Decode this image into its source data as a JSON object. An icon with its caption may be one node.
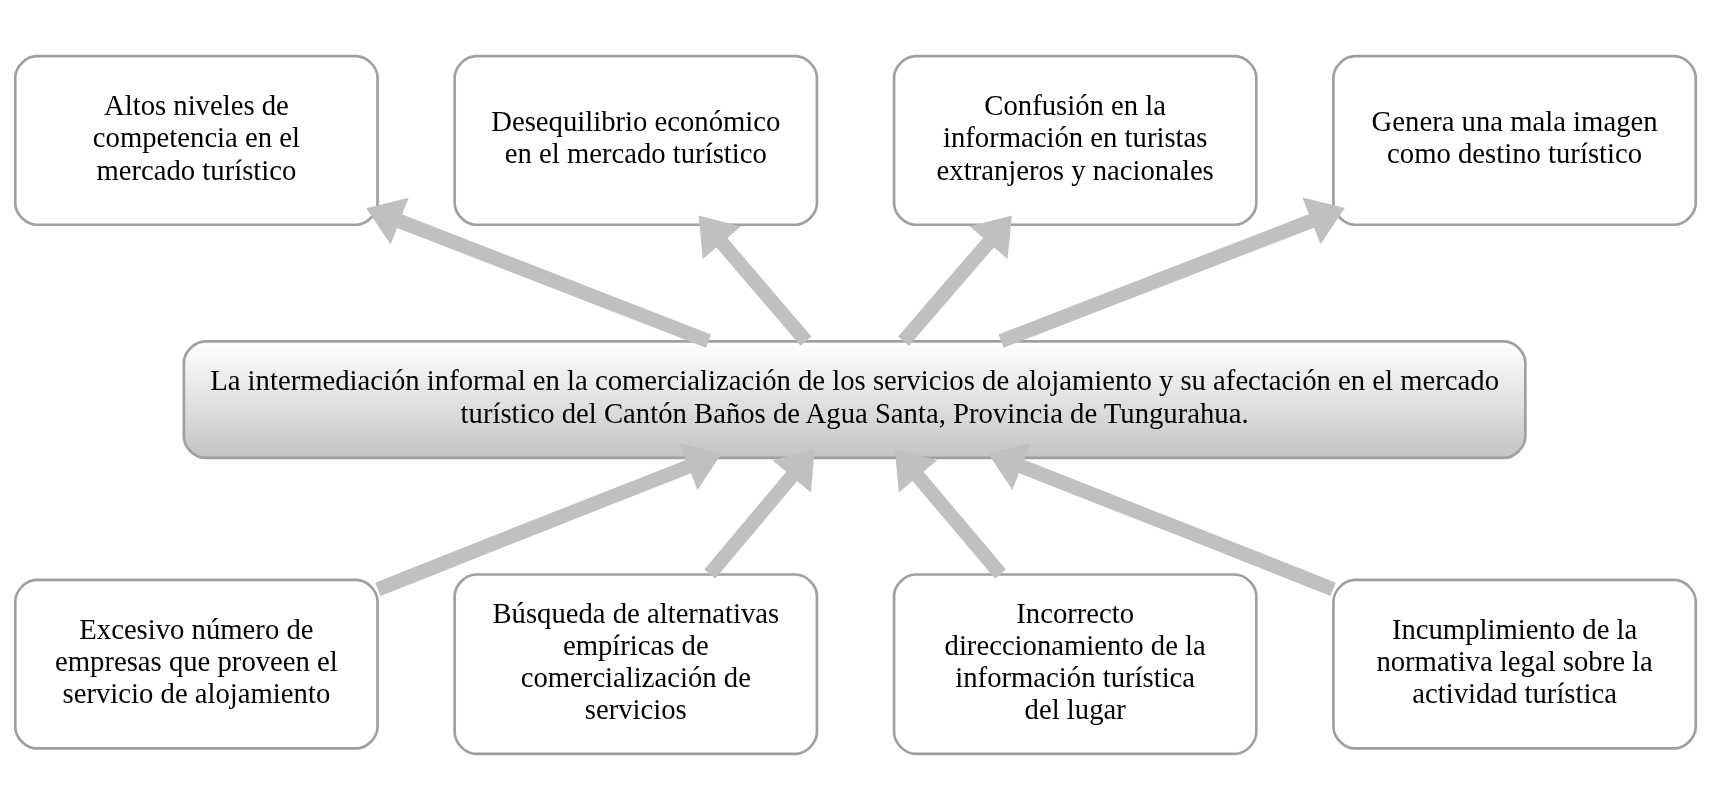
{
  "diagram": {
    "nodes": [
      {
        "text": [
          "Altos niveles de competencia en el mercado turístico"
        ]
      },
      {
        "text": [
          "Desequilibrio económico en el mercado turístico"
        ]
      },
      {
        "text": [
          "Confusión en la información en turistas extranjeros y nacionales"
        ]
      },
      {
        "text": [
          "Genera una mala imagen como destino turístico"
        ]
      },
      {
        "text": [
          "La intermediación informal en la comercialización de los servicios de alojamiento y su afectación en el mercado turístico del Cantón Baños de Agua Santa, Provincia de Tungurahua."
        ]
      },
      {
        "text": [
          "Excesivo número de empresas que proveen el servicio de alojamiento"
        ]
      },
      {
        "text": [
          "Búsqueda de alternativas empíricas de comercialización de servicios"
        ]
      },
      {
        "text": [
          "Incorrecto direccionamiento de la información turística del lugar"
        ]
      },
      {
        "text": [
          "Incumplimiento de la normativa legal sobre la actividad turística"
        ]
      }
    ],
    "edges": [
      {
        "from": 4,
        "to": 0,
        "arrow": "to"
      },
      {
        "from": 4,
        "to": 1,
        "arrow": "to"
      },
      {
        "from": 4,
        "to": 2,
        "arrow": "to"
      },
      {
        "from": 4,
        "to": 3,
        "arrow": "to"
      },
      {
        "from": 5,
        "to": 4,
        "arrow": "to"
      },
      {
        "from": 6,
        "to": 4,
        "arrow": "to"
      },
      {
        "from": 7,
        "to": 4,
        "arrow": "to"
      },
      {
        "from": 8,
        "to": 4,
        "arrow": "to"
      }
    ]
  }
}
